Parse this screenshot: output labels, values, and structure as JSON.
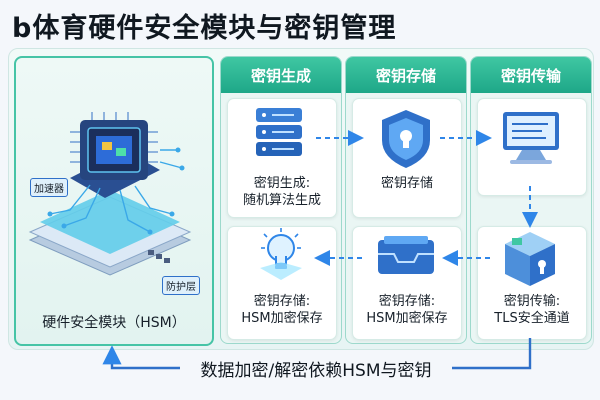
{
  "title": "b体育硬件安全模块与密钥管理",
  "hsm": {
    "label": "硬件安全模块（HSM）",
    "tag_accelerator": "加速器",
    "tag_protection": "防护层"
  },
  "columns": [
    {
      "header": "密钥生成",
      "top_card": "密钥生成:\n随机算法生成",
      "bottom_card": "密钥存储:\nHSM加密保存"
    },
    {
      "header": "密钥存储",
      "top_card": "密钥存储",
      "bottom_card": "密钥存储:\nHSM加密保存"
    },
    {
      "header": "密钥传输",
      "top_card": "",
      "bottom_card": "密钥传输:\nTLS安全通道"
    }
  ],
  "footer": "数据加密/解密依赖HSM与密钥",
  "colors": {
    "teal_header": "#25b292",
    "flow_arrow": "#2f86e8",
    "icon_blue": "#2f70c9"
  },
  "icons": [
    "chip-icon",
    "server-stack-icon",
    "shield-icon",
    "monitor-icon",
    "lightbulb-icon",
    "inbox-tray-icon",
    "lock-box-icon"
  ]
}
